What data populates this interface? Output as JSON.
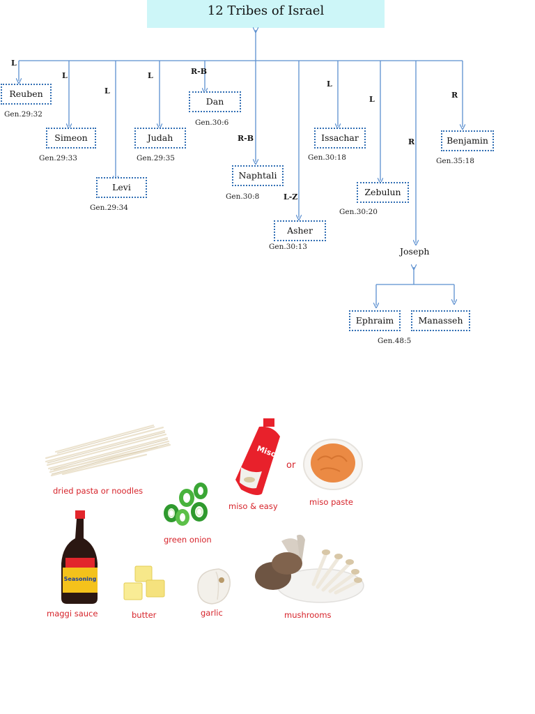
{
  "diagram": {
    "title": "12 Tribes of Israel",
    "tribes": [
      {
        "name": "Reuben",
        "ref": "Gen.29:32",
        "label": "L"
      },
      {
        "name": "Simeon",
        "ref": "Gen.29:33",
        "label": "L"
      },
      {
        "name": "Levi",
        "ref": "Gen.29:34",
        "label": "L"
      },
      {
        "name": "Judah",
        "ref": "Gen.29:35",
        "label": "L"
      },
      {
        "name": "Dan",
        "ref": "Gen.30:6",
        "label": "R-B"
      },
      {
        "name": "Naphtali",
        "ref": "Gen.30:8",
        "label": "R-B"
      },
      {
        "name": "Asher",
        "ref": "Gen.30:13",
        "label": "L-Z"
      },
      {
        "name": "Issachar",
        "ref": "Gen.30:18",
        "label": "L"
      },
      {
        "name": "Zebulun",
        "ref": "Gen.30:20",
        "label": "L"
      },
      {
        "name": "Joseph",
        "ref": "",
        "label": "R"
      },
      {
        "name": "Benjamin",
        "ref": "Gen.35:18",
        "label": "R"
      }
    ],
    "joseph_sons": [
      {
        "name": "Ephraim"
      },
      {
        "name": "Manasseh"
      }
    ],
    "sons_ref": "Gen.48:5"
  },
  "ingredients": {
    "items": [
      {
        "label": "dried pasta or noodles"
      },
      {
        "label": "miso & easy"
      },
      {
        "label": "or"
      },
      {
        "label": "miso paste"
      },
      {
        "label": "green onion"
      },
      {
        "label": "maggi sauce"
      },
      {
        "label": "butter"
      },
      {
        "label": "garlic"
      },
      {
        "label": "mushrooms"
      }
    ],
    "miso_bottle_text": "Miso & Easy",
    "maggi_text": "Seasoning"
  },
  "colors": {
    "line": "#5b8fcf",
    "node_border": "#2f6db3",
    "title_bg": "#cdf6f8",
    "caption": "#d6232a"
  }
}
